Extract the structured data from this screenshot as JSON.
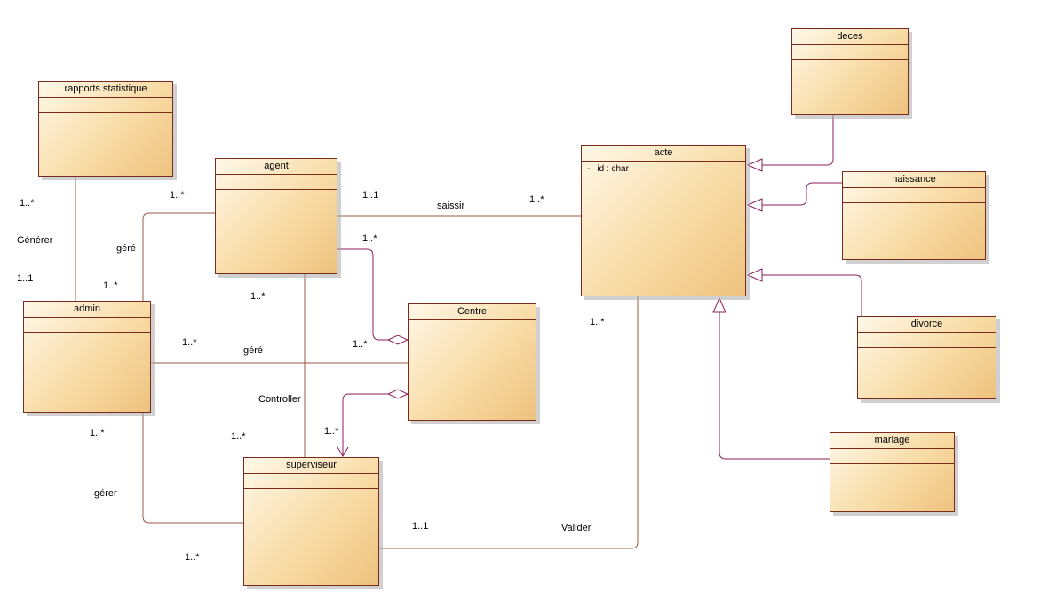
{
  "classes": {
    "rapports": "rapports statistique",
    "agent": "agent",
    "admin": "admin",
    "centre": "Centre",
    "superviseur": "superviseur",
    "acte": "acte",
    "deces": "deces",
    "naissance": "naissance",
    "divorce": "divorce",
    "mariage": "mariage"
  },
  "acte_attribute": {
    "visibility": "-",
    "name": "id",
    "type": ": char"
  },
  "labels": {
    "rapports_mult": "1..*",
    "generer": "Générer",
    "admin_mult_generer": "1..1",
    "agent_mult_gere": "1..*",
    "gere_agent_admin": "géré",
    "admin_mult_gere_agent": "1..*",
    "agent_mult_saissir": "1..1",
    "saissir": "saissir",
    "acte_mult_saissir": "1..*",
    "agent_mult_centre": "1..*",
    "agent_mult_controller": "1..*",
    "centre_mult_agent": "1..*",
    "admin_mult_centre": "1..*",
    "gere_admin_centre": "géré",
    "controller": "Controller",
    "acte_mult_valider": "1..*",
    "admin_mult_gerer": "1..*",
    "superviseur_mult_controller": "1..*",
    "superviseur_mult_centre": "1..*",
    "gerer": "gérer",
    "superviseur_mult_valider": "1..1",
    "valider": "Valider",
    "superviseur_mult_gerer": "1..*"
  }
}
